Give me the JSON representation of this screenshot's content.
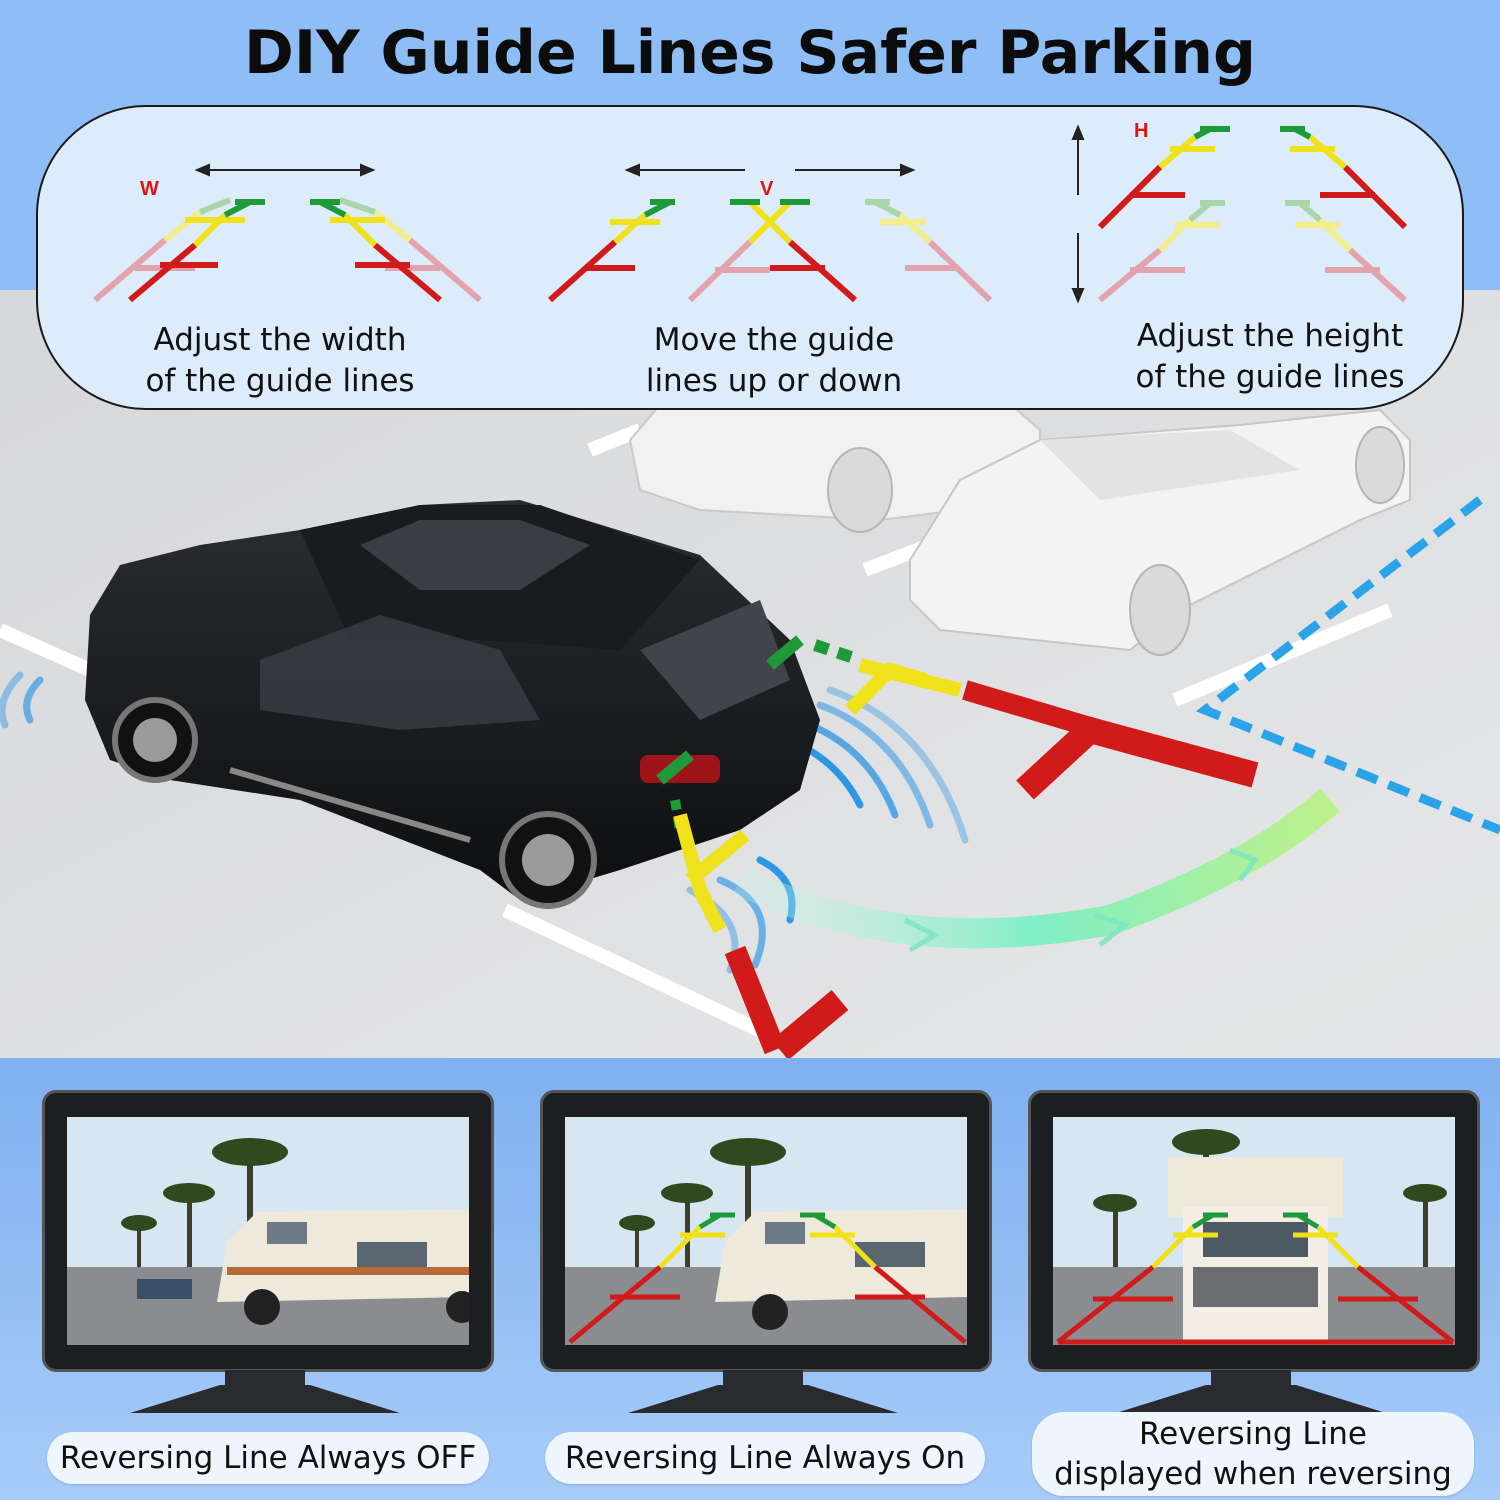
{
  "title": "DIY Guide Lines Safer Parking",
  "adjust_panel": {
    "items": [
      {
        "letter": "W",
        "caption_line1": "Adjust the width",
        "caption_line2": "of the guide lines"
      },
      {
        "letter": "V",
        "caption_line1": "Move the guide",
        "caption_line2": "lines up or down"
      },
      {
        "letter": "H",
        "caption_line1": "Adjust the height",
        "caption_line2": "of the guide lines"
      }
    ]
  },
  "colors": {
    "background": "#8fbdf5",
    "guide_red": "#d11a1a",
    "guide_yellow": "#f0e21a",
    "guide_green": "#1f9a3a",
    "guide_faded_red": "#e2a3ac",
    "sensor_blue": "#1b8fe6",
    "parking_blue": "#2aa3e8"
  },
  "monitors": [
    {
      "label": "Reversing Line Always OFF",
      "guide_lines": false
    },
    {
      "label": "Reversing Line Always On",
      "guide_lines": true
    },
    {
      "label_line1": "Reversing Line",
      "label_line2": "displayed when reversing",
      "guide_lines": true
    }
  ]
}
